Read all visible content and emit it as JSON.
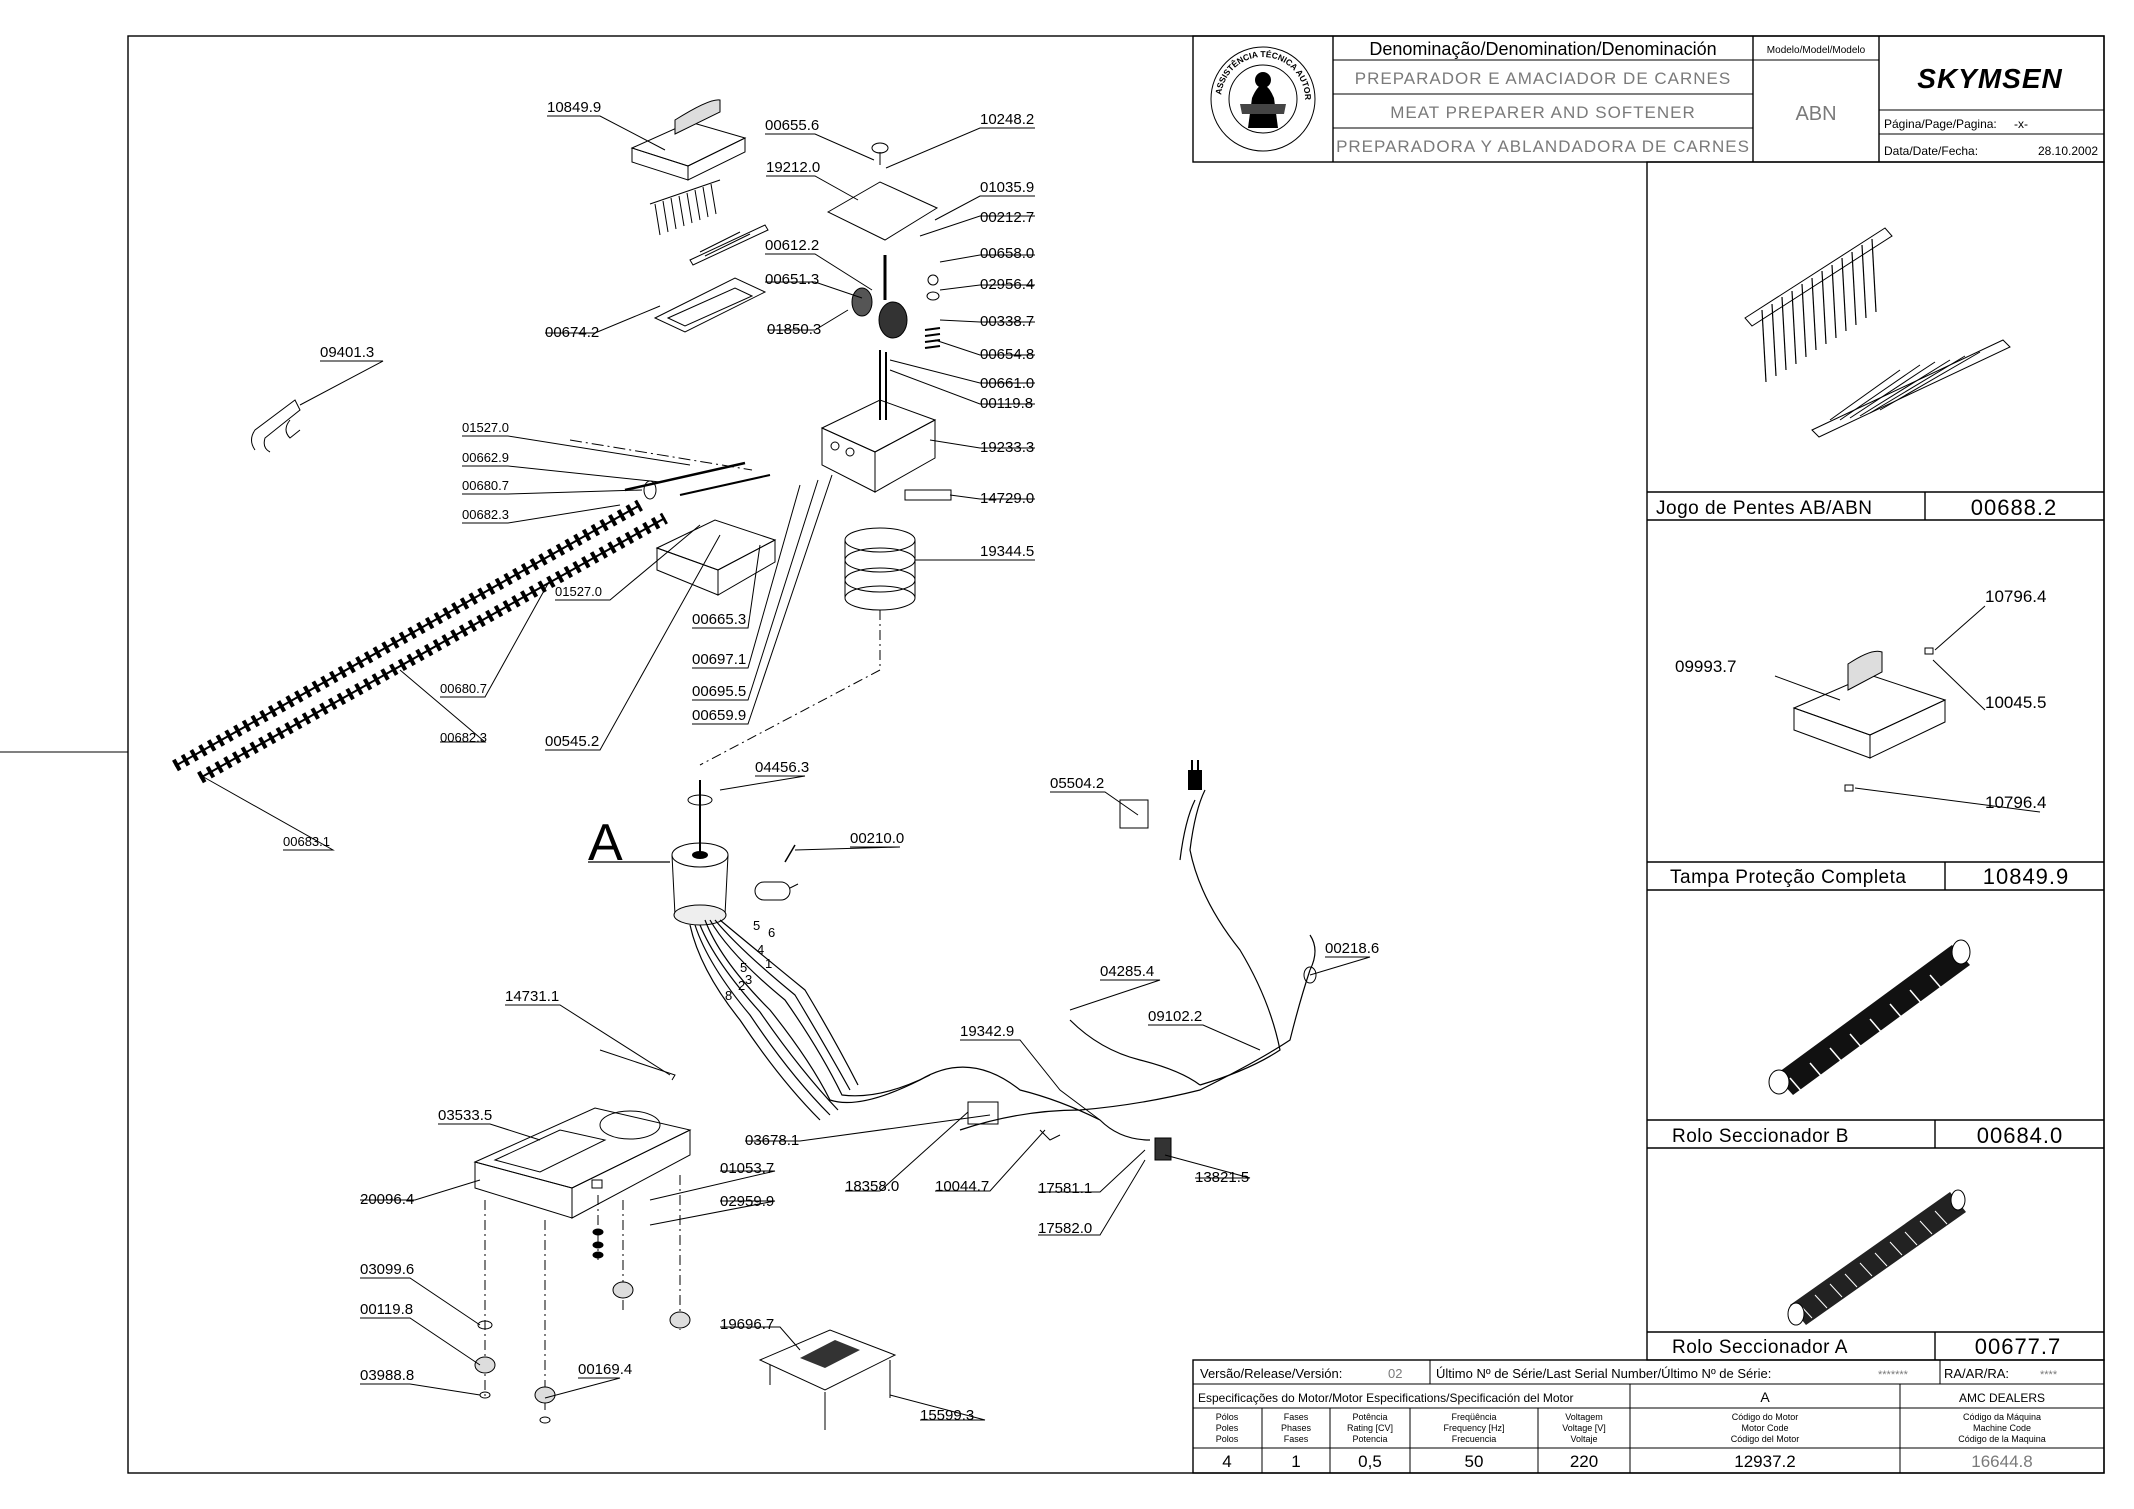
{
  "title_block": {
    "denomination_header": "Denominação/Denomination/Denominación",
    "names": [
      "PREPARADOR E AMACIADOR DE CARNES",
      "MEAT PREPARER AND SOFTENER",
      "PREPARADORA Y ABLANDADORA DE CARNES"
    ],
    "model_header": "Modelo/Model/Modelo",
    "model_value": "ABN",
    "brand": "SKYMSEN",
    "page_label": "Página/Page/Pagina:",
    "page_value": "-x-",
    "date_label": "Data/Date/Fecha:",
    "date_value": "28.10.2002",
    "seal_text": "ASSISTÊNCIA TÉCNICA AUTORIZADA"
  },
  "side_panels": [
    {
      "caption": "Jogo de Pentes AB/ABN",
      "code": "00688.2"
    },
    {
      "caption": "Tampa  Proteção Completa",
      "code": "10849.9",
      "labels": [
        "10796.4",
        "09993.7",
        "10045.5",
        "10796.4"
      ]
    },
    {
      "caption": "Rolo Seccionador B",
      "code": "00684.0"
    },
    {
      "caption": "Rolo Seccionador A",
      "code": "00677.7"
    }
  ],
  "bottom_block": {
    "version_label": "Versão/Release/Versión:",
    "version_value": "02",
    "serial_label": "Último Nº de Série/Last Serial Number/Último Nº de Série:",
    "serial_value": "*******",
    "ra_label": "RA/AR/RA:",
    "ra_value": "****",
    "motor_spec_label": "Especificações do Motor/Motor Especifications/Specificación del Motor",
    "motor_letter": "A",
    "dealers": "AMC DEALERS",
    "columns": [
      {
        "header": [
          "Pólos",
          "Poles",
          "Polos"
        ],
        "value": "4"
      },
      {
        "header": [
          "Fases",
          "Phases",
          "Fases"
        ],
        "value": "1"
      },
      {
        "header": [
          "Potência",
          "Rating [CV]",
          "Potencia"
        ],
        "value": "0,5"
      },
      {
        "header": [
          "Freqüência",
          "Frequency [Hz]",
          "Frecuencia"
        ],
        "value": "50"
      },
      {
        "header": [
          "Voltagem",
          "Voltage [V]",
          "Voltaje"
        ],
        "value": "220"
      },
      {
        "header": [
          "Código do Motor",
          "Motor Code",
          "Código del Motor"
        ],
        "value": "12937.2"
      },
      {
        "header": [
          "Código da Máquina",
          "Machine Code",
          "Código de la Maquina"
        ],
        "value": "16644.8"
      }
    ]
  },
  "callout_A": "A",
  "wire_numbers": [
    "5",
    "6",
    "4",
    "1",
    "5",
    "2",
    "3",
    "8"
  ],
  "part_labels": [
    "10849.9",
    "00655.6",
    "10248.2",
    "19212.0",
    "01035.9",
    "00212.7",
    "00612.2",
    "00658.0",
    "00651.3",
    "02956.4",
    "00674.2",
    "01850.3",
    "00338.7",
    "00654.8",
    "09401.3",
    "00661.0",
    "00119.8",
    "01527.0",
    "19233.3",
    "00662.9",
    "00680.7",
    "00682.3",
    "14729.0",
    "19344.5",
    "01527.0",
    "00665.3",
    "00697.1",
    "00695.5",
    "00680.7",
    "00659.9",
    "00682.3",
    "00545.2",
    "04456.3",
    "00683.1",
    "00210.0",
    "05504.2",
    "00218.6",
    "04285.4",
    "09102.2",
    "14731.1",
    "19342.9",
    "03533.5",
    "03678.1",
    "01053.7",
    "20096.4",
    "02959.9",
    "18358.0",
    "10044.7",
    "17581.1",
    "13821.5",
    "17582.0",
    "03099.6",
    "00119.8",
    "19696.7",
    "03988.8",
    "00169.4",
    "15599.3"
  ]
}
